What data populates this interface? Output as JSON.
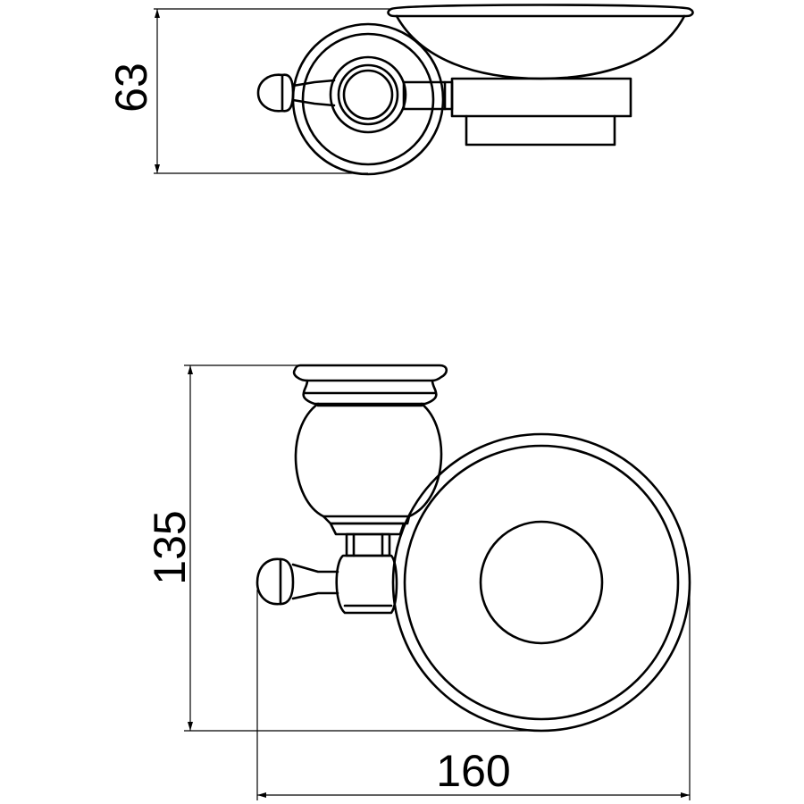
{
  "dimensions": {
    "depth": "63",
    "height": "135",
    "width": "160"
  },
  "colors": {
    "line": "#000000",
    "background": "#ffffff"
  }
}
